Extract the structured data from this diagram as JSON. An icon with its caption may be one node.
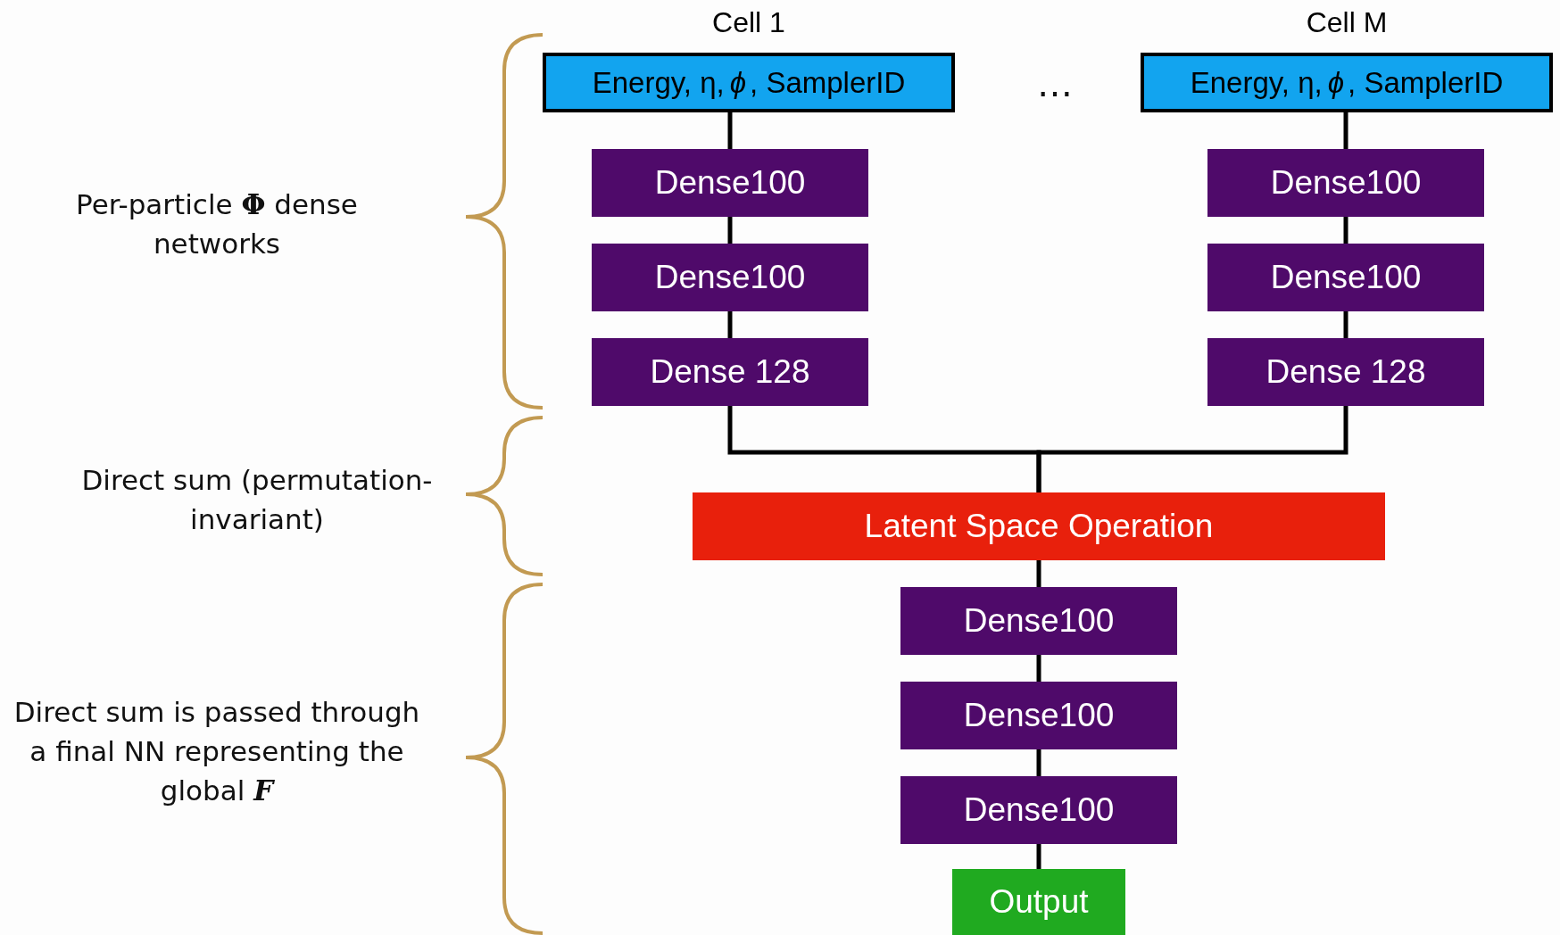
{
  "diagram": {
    "nodes": [
      {
        "text": [
          "Cell 1",
          "Energy, η, *ϕ*, SamplerID"
        ]
      },
      {
        "text": [
          "Dense100"
        ]
      },
      {
        "text": [
          "Dense100"
        ]
      },
      {
        "text": [
          "Dense 128"
        ]
      },
      {
        "text": [
          "Cell M",
          "Energy, η, *ϕ*, SamplerID"
        ]
      },
      {
        "text": [
          "Dense100"
        ]
      },
      {
        "text": [
          "Dense100"
        ]
      },
      {
        "text": [
          "Dense 128"
        ]
      },
      {
        "text": [
          "Latent Space Operation"
        ]
      },
      {
        "text": [
          "Dense100"
        ]
      },
      {
        "text": [
          "Dense100"
        ]
      },
      {
        "text": [
          "Dense100"
        ]
      },
      {
        "text": [
          "Output"
        ]
      }
    ],
    "edges": [
      {
        "from": 0,
        "to": 1,
        "arrow": "none"
      },
      {
        "from": 1,
        "to": 2,
        "arrow": "none"
      },
      {
        "from": 2,
        "to": 3,
        "arrow": "none"
      },
      {
        "from": 4,
        "to": 5,
        "arrow": "none"
      },
      {
        "from": 5,
        "to": 6,
        "arrow": "none"
      },
      {
        "from": 6,
        "to": 7,
        "arrow": "none"
      },
      {
        "from": 3,
        "to": 8,
        "arrow": "none"
      },
      {
        "from": 7,
        "to": 8,
        "arrow": "none"
      },
      {
        "from": 8,
        "to": 9,
        "arrow": "none"
      },
      {
        "from": 9,
        "to": 10,
        "arrow": "none"
      },
      {
        "from": 10,
        "to": 11,
        "arrow": "none"
      },
      {
        "from": 11,
        "to": 12,
        "arrow": "none"
      }
    ],
    "labels": [
      "…",
      "Per-particle **Φ** dense networks",
      "Direct sum (permutation-invariant)",
      "Direct sum is passed through a final NN representing the global *F*"
    ]
  }
}
